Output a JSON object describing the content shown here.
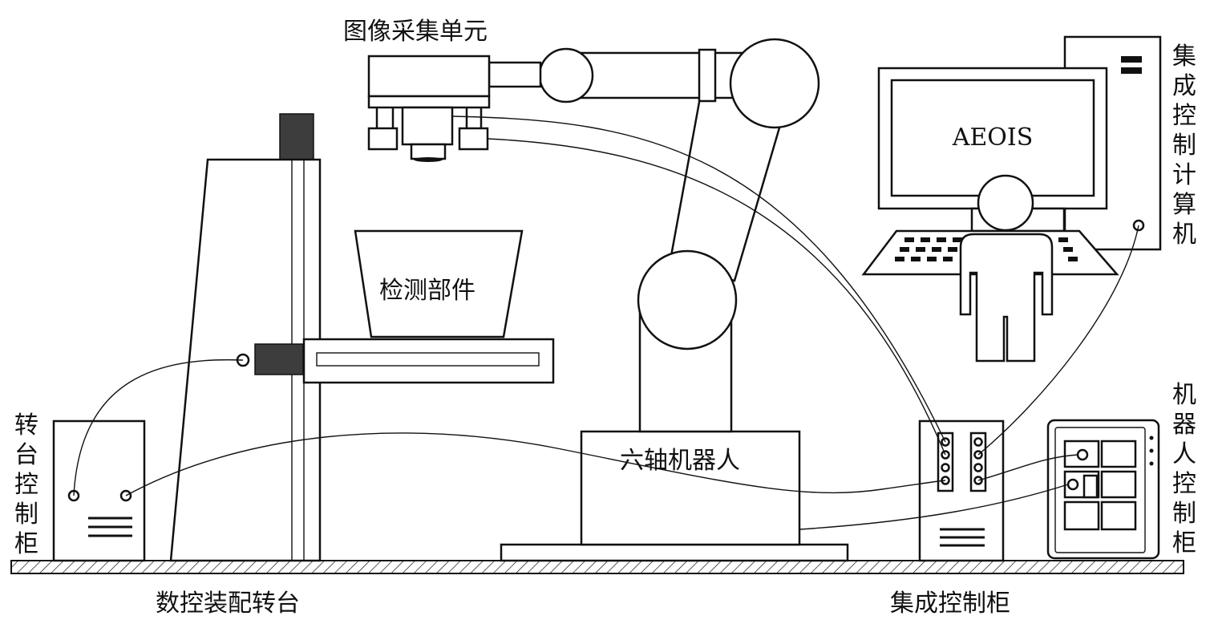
{
  "labels": {
    "image_unit": "图像采集单元",
    "test_part": "检测部件",
    "robot": "六轴机器人",
    "screen_text": "AEOIS",
    "assembly_turntable": "数控装配转台",
    "integrated_cabinet": "集成控制柜",
    "turntable_cabinet": [
      "转",
      "台",
      "控",
      "制",
      "柜"
    ],
    "computer": [
      "集",
      "成",
      "控",
      "制",
      "计",
      "算",
      "机"
    ],
    "robot_cabinet": [
      "机",
      "器",
      "人",
      "控",
      "制",
      "柜"
    ]
  }
}
